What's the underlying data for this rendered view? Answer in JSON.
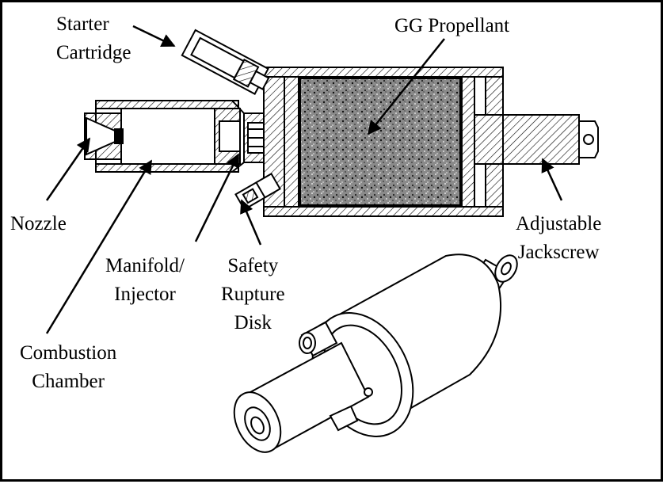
{
  "labels": {
    "starter_cartridge": [
      "Starter",
      "Cartridge"
    ],
    "gg_propellant": "GG Propellant",
    "nozzle": "Nozzle",
    "adjustable_jackscrew": [
      "Adjustable",
      "Jackscrew"
    ],
    "manifold_injector": [
      "Manifold/",
      "Injector"
    ],
    "safety_rupture_disk": [
      "Safety",
      "Rupture",
      "Disk"
    ],
    "combustion_chamber": [
      "Combustion",
      "Chamber"
    ]
  }
}
